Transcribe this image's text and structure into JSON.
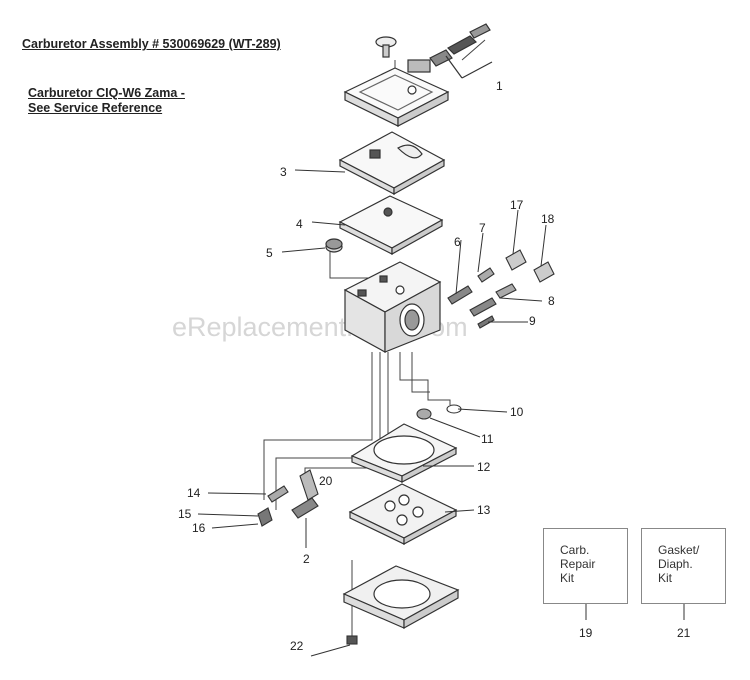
{
  "header": {
    "assembly_title": "Carburetor Assembly # 530069629 (WT-289)",
    "reference_line1": "Carburetor CIQ-W6 Zama -",
    "reference_line2": "See Service Reference"
  },
  "watermark": "eReplacementParts.com",
  "callouts": {
    "c1": "1",
    "c2": "2",
    "c3": "3",
    "c4": "4",
    "c5": "5",
    "c6": "6",
    "c7": "7",
    "c8": "8",
    "c9": "9",
    "c10": "10",
    "c11": "11",
    "c12": "12",
    "c13": "13",
    "c14": "14",
    "c15": "15",
    "c16": "16",
    "c17": "17",
    "c18": "18",
    "c20": "20",
    "c22": "22"
  },
  "kits": {
    "repair": {
      "line1": "Carb.",
      "line2": "Repair",
      "line3": "Kit",
      "number": "19"
    },
    "gasket": {
      "line1": "Gasket/",
      "line2": "Diaph.",
      "line3": "Kit",
      "number": "21"
    }
  }
}
